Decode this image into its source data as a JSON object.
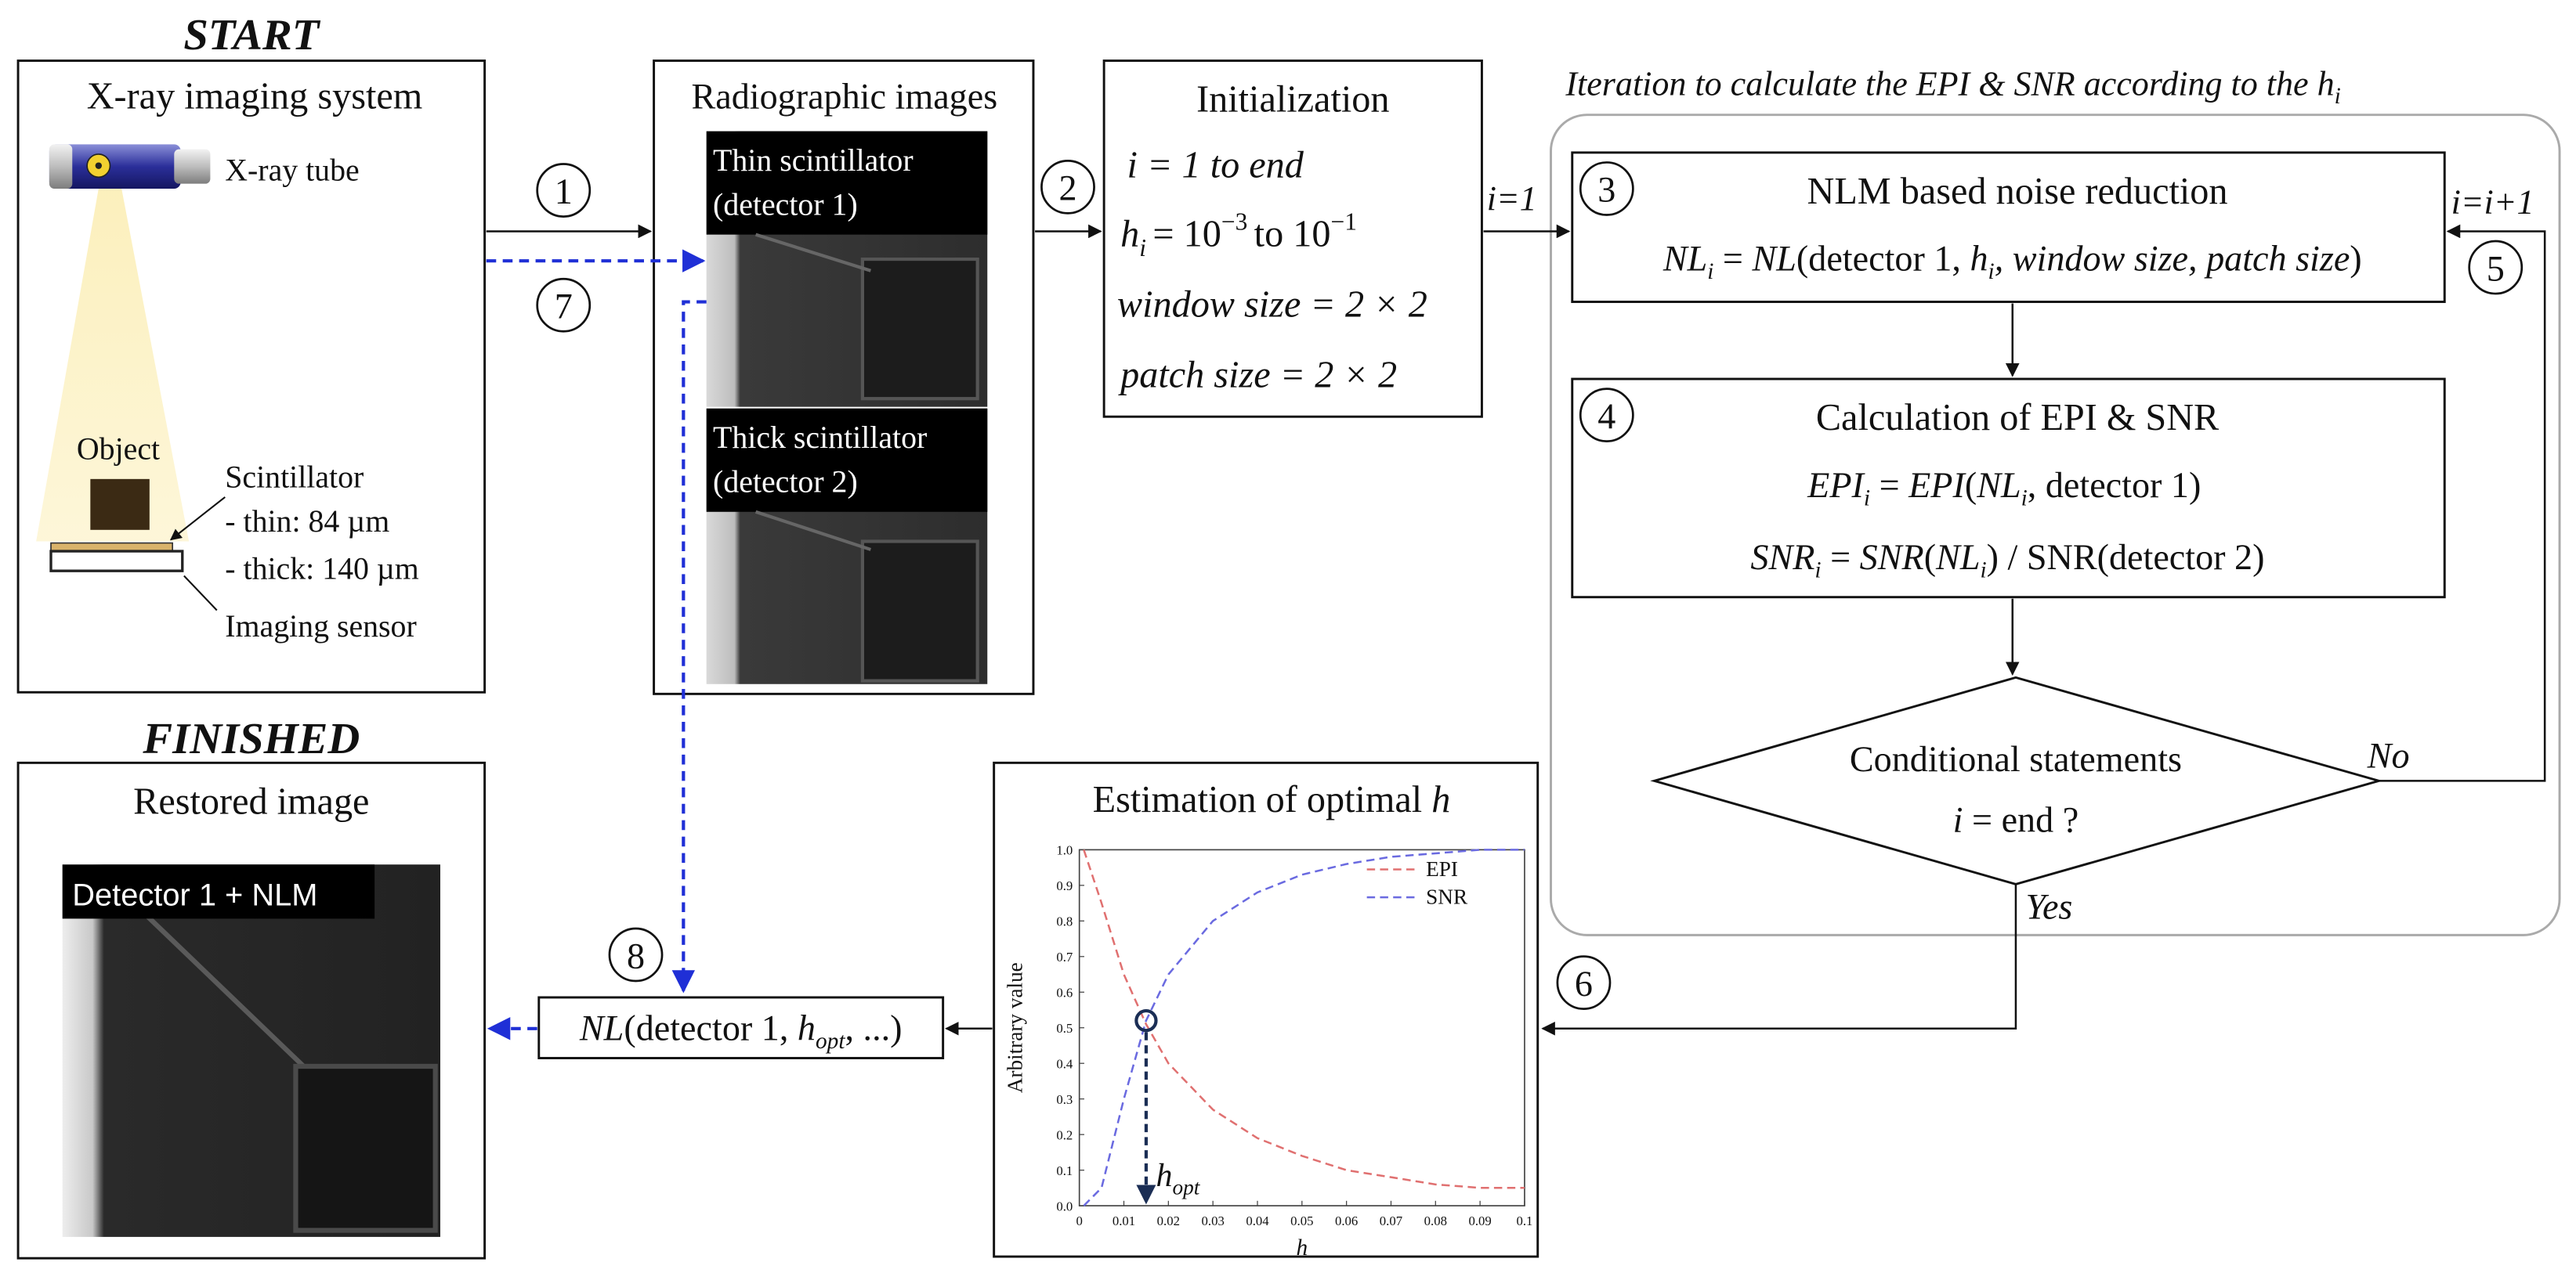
{
  "labels": {
    "start": "START",
    "finished": "FINISHED",
    "iteration_title": "Iteration to calculate the EPI & SNR according to the h",
    "iteration_title_sub": "i"
  },
  "xray_box": {
    "title": "X-ray imaging system",
    "tube_label": "X-ray tube",
    "object_label": "Object",
    "scintillator_label": "Scintillator",
    "thin_label": "- thin: 84 µm",
    "thick_label": "- thick: 140 µm",
    "sensor_label": "Imaging sensor"
  },
  "radiographic_box": {
    "title": "Radiographic images",
    "thin_line1": "Thin scintillator",
    "thin_line2": "(detector 1)",
    "thick_line1": "Thick scintillator",
    "thick_line2": "(detector 2)"
  },
  "init_box": {
    "title": "Initialization",
    "line1": "i = 1 to end",
    "line2_h": "h",
    "line2_sub": "i",
    "line2_rest": "= 10",
    "line2_exp1": "−3",
    "line2_to": "to 10",
    "line2_exp2": "−1",
    "line3": "window size = 2 × 2",
    "line4": "patch size = 2 × 2"
  },
  "nlm_box": {
    "title": "NLM based noise reduction",
    "formula": "NLi = NL(detector 1, hi, window size, patch size)"
  },
  "calc_box": {
    "title": "Calculation of EPI & SNR",
    "formula1": "EPIi = EPI(NLi, detector 1)",
    "formula2": "SNRi = SNR(NLi) / SNR(detector 2)"
  },
  "decision": {
    "line1": "Conditional statements",
    "line2": "i = end ?",
    "no": "No",
    "yes": "Yes"
  },
  "arrows": {
    "i_eq_1": "i=1",
    "i_incr": "i=i+1"
  },
  "steps": [
    "1",
    "2",
    "3",
    "4",
    "5",
    "6",
    "7",
    "8"
  ],
  "estimation_box": {
    "title": "Estimation of optimal h",
    "hopt": "hopt"
  },
  "nl_result": "NL(detector 1, hopt, ...)",
  "restored_box": {
    "title": "Restored image",
    "overlay": "Detector 1 + NLM"
  },
  "colors": {
    "epi": "#e07070",
    "snr": "#6a6ae0",
    "dashed_arrow": "#1f2fd6",
    "hopt_arrow": "#1b2e55"
  },
  "chart_data": {
    "type": "line",
    "xlabel": "h",
    "ylabel": "Arbitrary value",
    "xlim": [
      0,
      0.1
    ],
    "ylim": [
      0,
      1.0
    ],
    "xticks": [
      "0",
      "0.01",
      "0.02",
      "0.03",
      "0.04",
      "0.05",
      "0.06",
      "0.07",
      "0.08",
      "0.09",
      "0.1"
    ],
    "yticks": [
      "0.0",
      "0.1",
      "0.2",
      "0.3",
      "0.4",
      "0.5",
      "0.6",
      "0.7",
      "0.8",
      "0.9",
      "1.0"
    ],
    "legend_position": "top-right",
    "series": [
      {
        "name": "EPI",
        "x": [
          0.001,
          0.005,
          0.01,
          0.015,
          0.02,
          0.03,
          0.04,
          0.05,
          0.06,
          0.07,
          0.08,
          0.09,
          0.1
        ],
        "y": [
          1.0,
          0.85,
          0.65,
          0.51,
          0.4,
          0.27,
          0.19,
          0.14,
          0.1,
          0.08,
          0.06,
          0.05,
          0.05
        ]
      },
      {
        "name": "SNR",
        "x": [
          0.001,
          0.005,
          0.01,
          0.015,
          0.02,
          0.03,
          0.04,
          0.05,
          0.06,
          0.07,
          0.08,
          0.09,
          0.1
        ],
        "y": [
          0.0,
          0.05,
          0.3,
          0.52,
          0.65,
          0.8,
          0.88,
          0.93,
          0.96,
          0.98,
          0.99,
          1.0,
          1.0
        ]
      }
    ],
    "intersection": {
      "x": 0.015,
      "y": 0.52
    }
  }
}
